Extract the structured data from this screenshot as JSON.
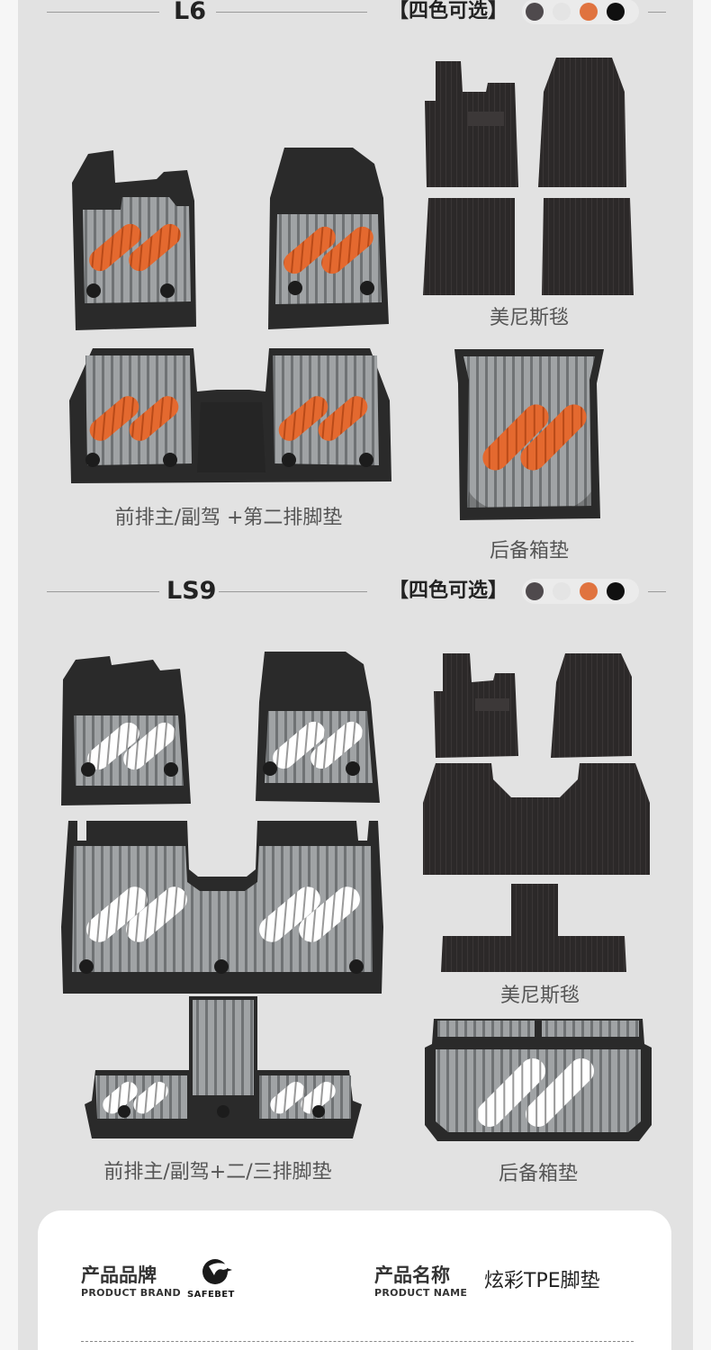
{
  "colors": {
    "panel": "#e2e2e2",
    "rubber": "#2a2a2a",
    "tray": "#9fa2a4",
    "orange": "#e4692f",
    "white": "#ffffff",
    "carpet": "#2b2828"
  },
  "swatches": [
    "#4f4a4d",
    "#e4e4e4",
    "#e0733f",
    "#101010"
  ],
  "section_l6": {
    "model": "L6",
    "colors_label": "【四色可选】",
    "front_caption": "前排主/副驾 +第二排脚垫",
    "carpet_caption": "美尼斯毯",
    "trunk_caption": "后备箱垫"
  },
  "section_ls9": {
    "model": "LS9",
    "colors_label": "【四色可选】",
    "front_caption": "前排主/副驾+二/三排脚垫",
    "carpet_caption": "美尼斯毯",
    "trunk_caption": "后备箱垫"
  },
  "info": {
    "brand_title": "产品品牌",
    "brand_sub": "PRODUCT BRAND",
    "brand_logo_text": "SAFEBET",
    "name_title": "产品名称",
    "name_sub": "PRODUCT NAME",
    "name_value": "炫彩TPE脚垫"
  }
}
